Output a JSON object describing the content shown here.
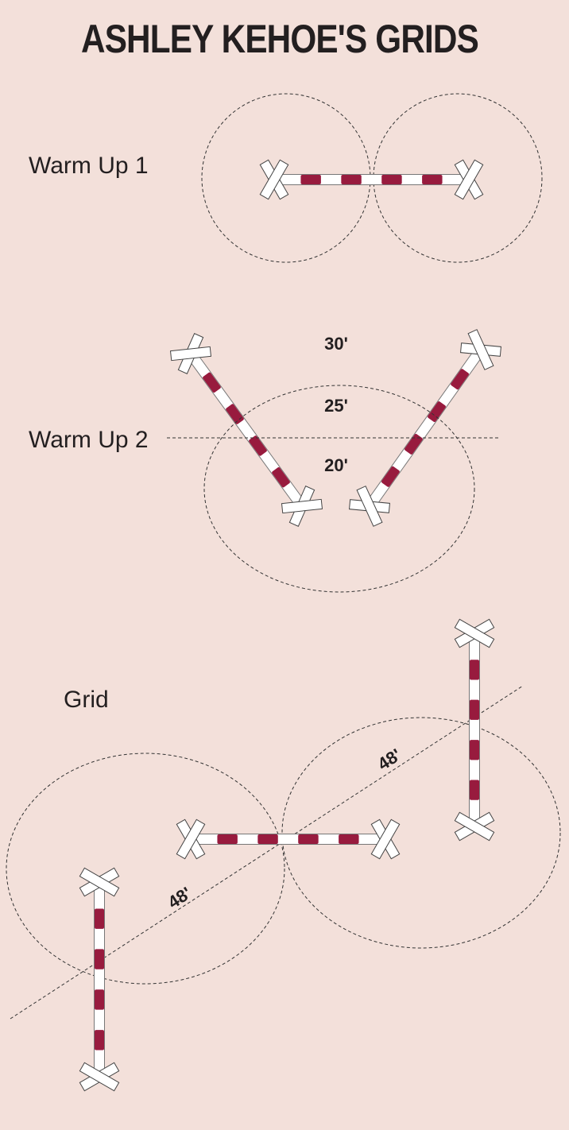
{
  "title": "ASHLEY KEHOE'S GRIDS",
  "sections": {
    "warm_up_1": {
      "label": "Warm Up 1"
    },
    "warm_up_2": {
      "label": "Warm Up 2",
      "distances": [
        "30'",
        "25'",
        "20'"
      ]
    },
    "grid": {
      "label": "Grid",
      "distances": [
        "48'",
        "48'"
      ]
    }
  },
  "colors": {
    "background": "#f3e0da",
    "pole_stripe": "#981b3e",
    "pole_base": "#ffffff"
  }
}
